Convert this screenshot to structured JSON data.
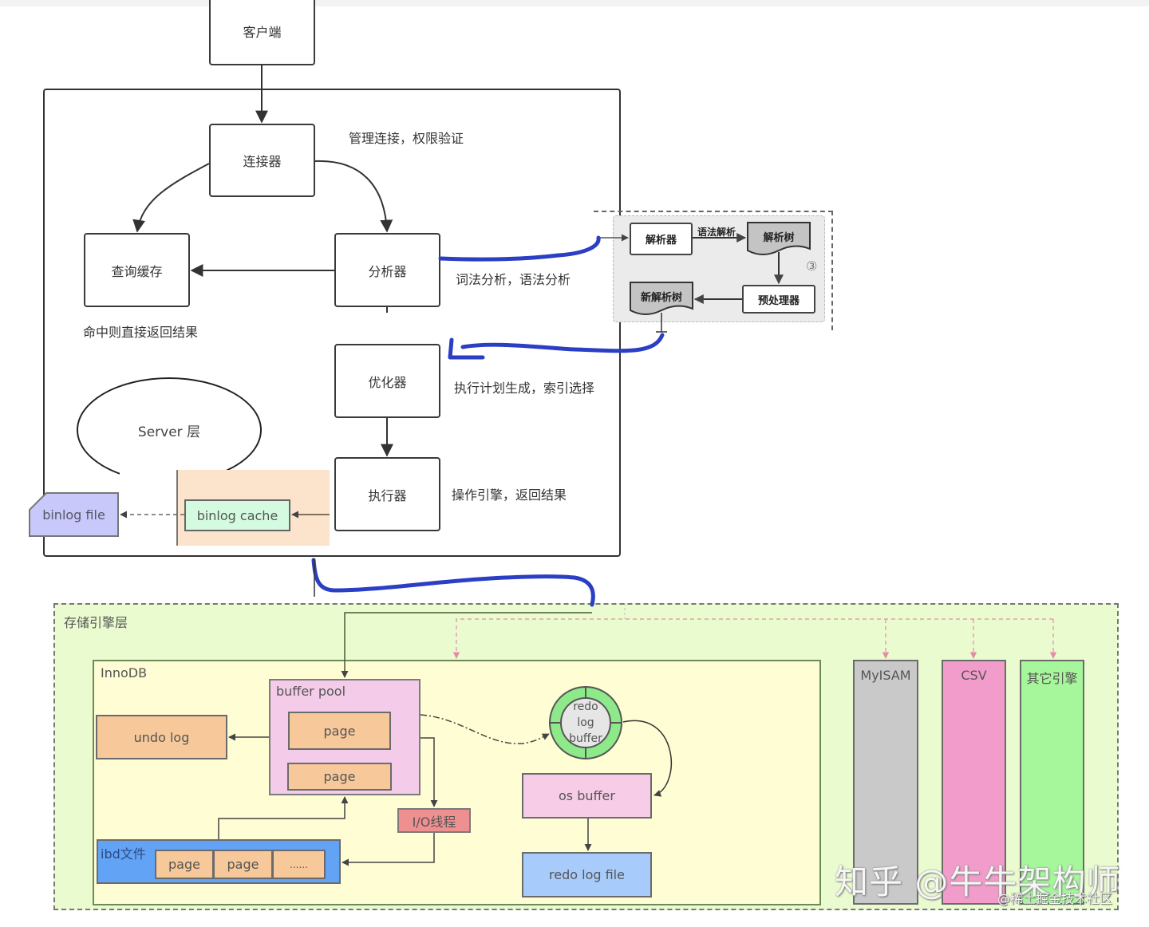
{
  "server": {
    "client": "客户端",
    "connector": "连接器",
    "connector_note": "管理连接，权限验证",
    "query_cache": "查询缓存",
    "query_cache_note": "命中则直接返回结果",
    "analyzer": "分析器",
    "analyzer_note": "词法分析，语法分析",
    "optimizer": "优化器",
    "optimizer_note": "执行计划生成，索引选择",
    "executor": "执行器",
    "executor_note": "操作引擎，返回结果",
    "layer_label": "Server 层",
    "binlog_cache": "binlog cache",
    "binlog_file": "binlog file"
  },
  "parse_detail": {
    "parser": "解析器",
    "edge_label": "语法解析",
    "parse_tree": "解析树",
    "preprocessor": "预处理器",
    "new_parse_tree": "新解析树",
    "step_badge": "③"
  },
  "storage": {
    "layer_label": "存储引擎层",
    "innodb": {
      "label": "InnoDB",
      "buffer_pool": "buffer pool",
      "pages": [
        "page",
        "page"
      ],
      "undo_log": "undo log",
      "io_thread": "I/O线程",
      "ibd_file": "ibd文件",
      "ibd_pages": [
        "page",
        "page",
        "......"
      ],
      "redo_log_buffer": [
        "redo",
        "log",
        "buffer"
      ],
      "os_buffer": "os buffer",
      "redo_log_file": "redo log file"
    },
    "engines": [
      {
        "name": "MyISAM",
        "color": "#c9c9c9"
      },
      {
        "name": "CSV",
        "color": "#f29ccb"
      },
      {
        "name": "其它引擎",
        "color": "#a6f79b"
      }
    ]
  },
  "watermark": {
    "main": "知乎 @牛牛架构师",
    "sub": "@稀土掘金技术社区"
  },
  "colors": {
    "annotation_blue": "#2a3fc4",
    "storage_bg": "#eafccf",
    "innodb_bg": "#fefdd3",
    "dashed_pink": "#e68aa8"
  }
}
